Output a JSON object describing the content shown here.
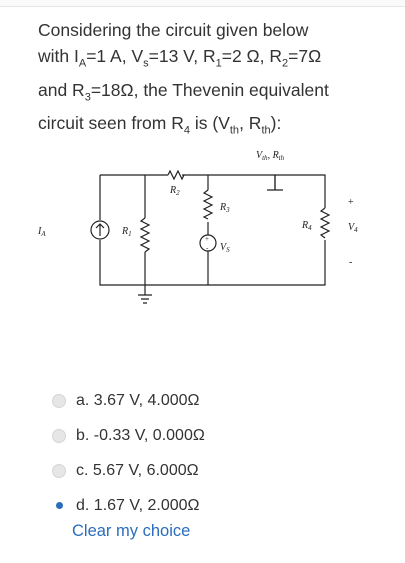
{
  "question": {
    "line1": "Considering the circuit given below",
    "line2_prefix": "with I",
    "line2_sub_a": "A",
    "line2_mid1": "=1 A, V",
    "line2_sub_s": "s",
    "line2_mid2": "=13 V, R",
    "line2_sub_1": "1",
    "line2_mid3": "=2 Ω, R",
    "line2_sub_2": "2",
    "line2_end": "=7Ω",
    "line3_prefix": "and R",
    "line3_sub_3": "3",
    "line3_mid": "=18Ω, the Thevenin equivalent",
    "line4_prefix": "circuit seen from R",
    "line4_sub_4": "4",
    "line4_mid": " is (V",
    "line4_sub_th": "th",
    "line4_mid2": ", R",
    "line4_sub_rth": "th",
    "line4_end": "):"
  },
  "circuit": {
    "label_vth": "V",
    "label_vth_sub": "th",
    "label_rth": ", R",
    "label_rth_sub": "th",
    "label_ia": "I",
    "label_ia_sub": "A",
    "label_r1": "R",
    "label_r1_sub": "1",
    "label_r2": "R",
    "label_r2_sub": "2",
    "label_r3": "R",
    "label_r3_sub": "3",
    "label_r4": "R",
    "label_r4_sub": "4",
    "label_vs": "V",
    "label_vs_sub": "S",
    "label_v4": "V",
    "label_v4_sub": "4",
    "plus": "+",
    "minus": "-",
    "src_plus": "+",
    "src_minus": "-"
  },
  "options": [
    {
      "label": "a. 3.67 V, 4.000Ω",
      "selected": false
    },
    {
      "label": "b. -0.33 V, 0.000Ω",
      "selected": false
    },
    {
      "label": "c. 5.67 V, 6.000Ω",
      "selected": false
    },
    {
      "label": "d. 1.67 V, 2.000Ω",
      "selected": true
    }
  ],
  "clear_label": "Clear my choice"
}
